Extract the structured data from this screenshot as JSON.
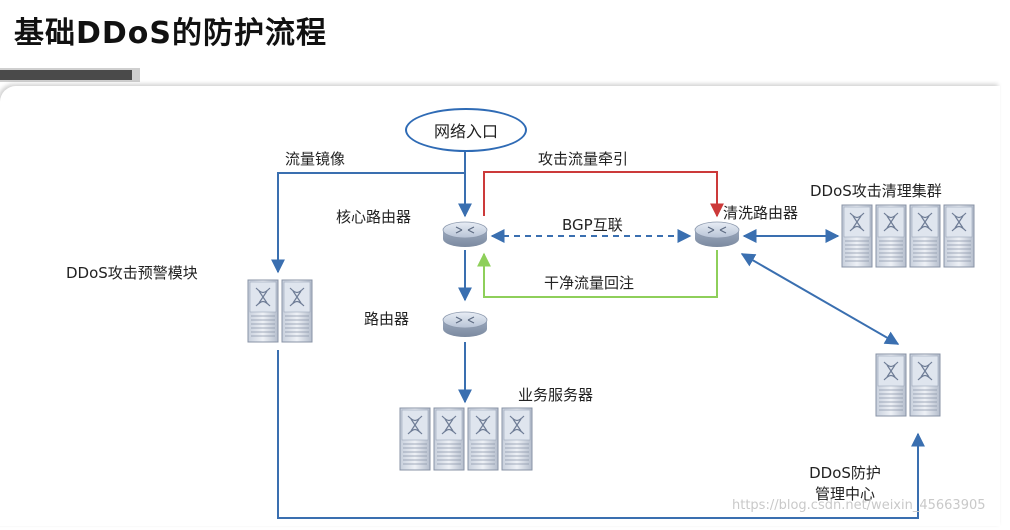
{
  "title": "基础DDoS的防护流程",
  "labels": {
    "entry": "网络入口",
    "mirror": "流量镜像",
    "attack_redirect": "攻击流量牵引",
    "core_router": "核心路由器",
    "bgp": "BGP互联",
    "clean_router": "清洗路由器",
    "cluster": "DDoS攻击清理集群",
    "clean_return": "干净流量回注",
    "warning_module": "DDoS攻击预警模块",
    "router": "路由器",
    "servers": "业务服务器",
    "mgmt_line1": "DDoS防护",
    "mgmt_line2": "管理中心"
  },
  "watermark": "https://blog.csdn.net/weixin_45663905",
  "colors": {
    "flow_blue": "#3a6fb0",
    "attack_red": "#cc3a3a",
    "clean_green": "#8ecf5a"
  },
  "icons": {
    "router": "router-icon",
    "server": "server-rack-icon"
  }
}
